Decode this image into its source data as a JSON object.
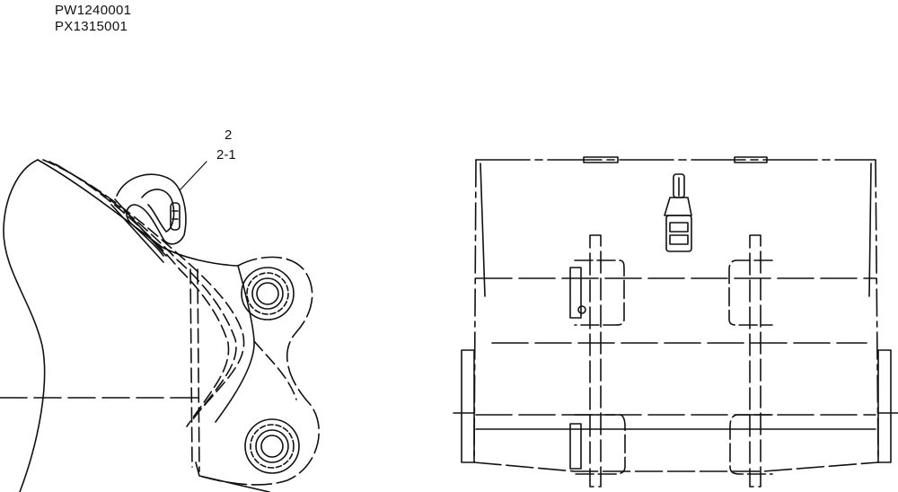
{
  "header": {
    "serials": [
      "PW1240001",
      "PX1315001"
    ]
  },
  "callouts": {
    "item": "2",
    "subitem": "2-1"
  }
}
